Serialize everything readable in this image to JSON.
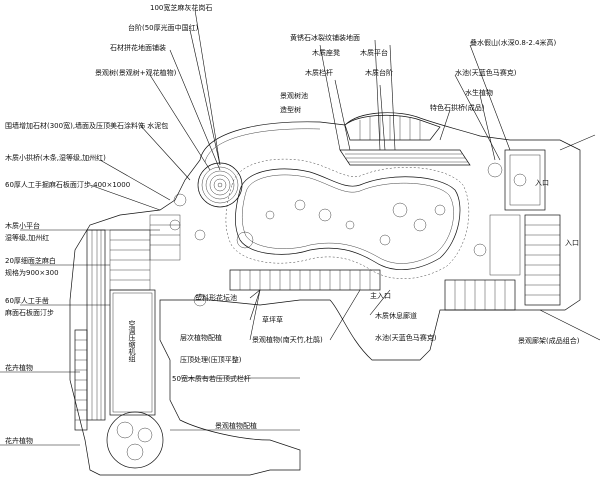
{
  "labels": {
    "top_center_1": "100宽芝麻灰花岗石",
    "top_center_2": "台阶(50厚光面中国红)",
    "top_center_3": "石材拼花地面铺装",
    "top_center_4": "景观树(景观树+观花植物)",
    "left_1": "围墙增加石材(300宽),墙面及压顶美石涂料饰 水泥包",
    "left_2": "木质小拱桥(木条,湿等级,加州红)",
    "left_3": "60厚人工手掘麻石板面汀步,400×1000",
    "left_4": "木质小平台",
    "left_5": "湿等级,加州红",
    "left_6": "20厚细面芝麻白",
    "left_7": "规格为900×300",
    "left_8": "60厚人工手凿",
    "left_9": "麻面石板面汀步",
    "left_10": "花卉植物",
    "left_11": "花卉植物",
    "upper_mid_1": "木质座凳",
    "upper_mid_2": "木质平台",
    "upper_mid_3": "黄锈石冰裂纹铺装地面",
    "upper_mid_4": "木质栏杆",
    "upper_mid_5": "木质台阶",
    "upper_mid_6": "景观树池",
    "upper_mid_7": "造型树",
    "upper_mid_8": "特色石拱桥(成品)",
    "right_1": "叠水假山(水深0.8-2.4米高)",
    "right_2": "水池(天蓝色马赛克)",
    "right_3": "水生植物",
    "right_4": "入口",
    "right_5": "景观廊架(成品组合)",
    "right_6": "木质休息廊道",
    "right_7": "水池(天蓝色马赛克)",
    "center_1": "塑料形花坛池",
    "center_2": "草坪草",
    "center_3": "景观植物(南天竹,杜鹃)",
    "center_4": "层次植物配植",
    "center_5": "压顶处理(压顶平整)",
    "center_6": "50宽木质有若压顶式栏杆",
    "bottom_1": "景观植物配植",
    "pool_text": "空调压缩机组",
    "entry": "主入口",
    "side_text": "入口"
  },
  "colors": {
    "ink": "#111111",
    "background": "#ffffff"
  }
}
